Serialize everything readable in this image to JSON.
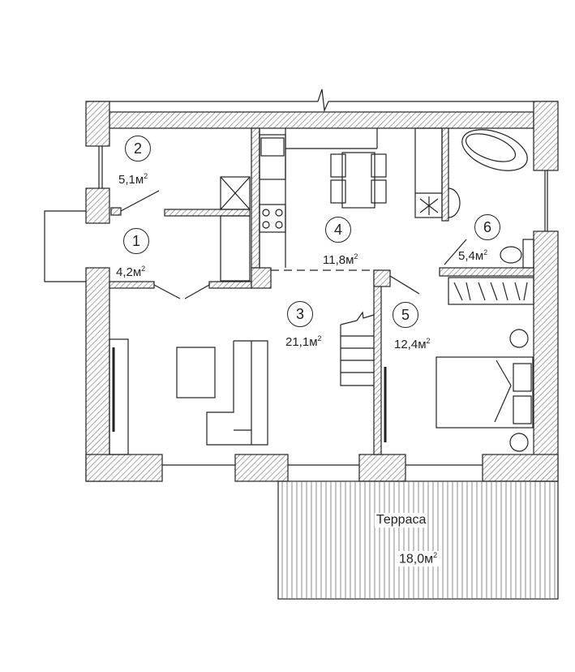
{
  "rooms": [
    {
      "number": "1",
      "area": "4,2м",
      "unit_sup": "2"
    },
    {
      "number": "2",
      "area": "5,1м",
      "unit_sup": "2"
    },
    {
      "number": "3",
      "area": "21,1м",
      "unit_sup": "2"
    },
    {
      "number": "4",
      "area": "11,8м",
      "unit_sup": "2"
    },
    {
      "number": "5",
      "area": "12,4м",
      "unit_sup": "2"
    },
    {
      "number": "6",
      "area": "5,4м",
      "unit_sup": "2"
    }
  ],
  "terrace": {
    "name": "Терраса",
    "area": "18,0м",
    "unit_sup": "2"
  },
  "colors": {
    "line": "#222222",
    "hatch": "#888888"
  }
}
